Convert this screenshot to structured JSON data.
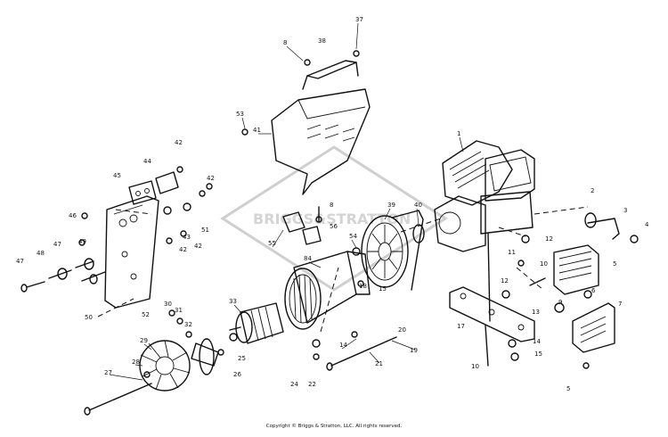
{
  "watermark": "BRIGGS&STRATTON",
  "copyright": "Copyright © Briggs & Stratton, LLC. All rights reserved.",
  "callouts": [
    {
      "id": "c1",
      "text": "1"
    },
    {
      "id": "c2",
      "text": "2"
    },
    {
      "id": "c3",
      "text": "3"
    },
    {
      "id": "c4",
      "text": "4"
    },
    {
      "id": "c5a",
      "text": "5"
    },
    {
      "id": "c5b",
      "text": "5"
    },
    {
      "id": "c6",
      "text": "6"
    },
    {
      "id": "c7",
      "text": "7"
    },
    {
      "id": "c8a",
      "text": "8"
    },
    {
      "id": "c8b",
      "text": "8"
    },
    {
      "id": "c9",
      "text": "9"
    },
    {
      "id": "c10a",
      "text": "10"
    },
    {
      "id": "c10b",
      "text": "10"
    },
    {
      "id": "c11",
      "text": "11"
    },
    {
      "id": "c12a",
      "text": "12"
    },
    {
      "id": "c12b",
      "text": "12"
    },
    {
      "id": "c13",
      "text": "13"
    },
    {
      "id": "c14a",
      "text": "14"
    },
    {
      "id": "c14b",
      "text": "14"
    },
    {
      "id": "c15a",
      "text": "15"
    },
    {
      "id": "c15b",
      "text": "15"
    },
    {
      "id": "c17",
      "text": "17"
    },
    {
      "id": "c18",
      "text": "18"
    },
    {
      "id": "c19",
      "text": "19"
    },
    {
      "id": "c20",
      "text": "20"
    },
    {
      "id": "c21",
      "text": "21"
    },
    {
      "id": "c22",
      "text": "22"
    },
    {
      "id": "c24",
      "text": "24"
    },
    {
      "id": "c25",
      "text": "25"
    },
    {
      "id": "c26",
      "text": "26"
    },
    {
      "id": "c27",
      "text": "27"
    },
    {
      "id": "c28",
      "text": "28"
    },
    {
      "id": "c29",
      "text": "29"
    },
    {
      "id": "c30",
      "text": "30"
    },
    {
      "id": "c31",
      "text": "31"
    },
    {
      "id": "c32",
      "text": "32"
    },
    {
      "id": "c33",
      "text": "33"
    },
    {
      "id": "c37",
      "text": "37"
    },
    {
      "id": "c38",
      "text": "38"
    },
    {
      "id": "c39",
      "text": "39"
    },
    {
      "id": "c40",
      "text": "40"
    },
    {
      "id": "c41",
      "text": "41"
    },
    {
      "id": "c42a",
      "text": "42"
    },
    {
      "id": "c42b",
      "text": "42"
    },
    {
      "id": "c42c",
      "text": "42"
    },
    {
      "id": "c42d",
      "text": "42"
    },
    {
      "id": "c43",
      "text": "43"
    },
    {
      "id": "c44",
      "text": "44"
    },
    {
      "id": "c45",
      "text": "45"
    },
    {
      "id": "c46",
      "text": "46"
    },
    {
      "id": "c47a",
      "text": "47"
    },
    {
      "id": "c47b",
      "text": "47"
    },
    {
      "id": "c48",
      "text": "48"
    },
    {
      "id": "c49",
      "text": "49"
    },
    {
      "id": "c50",
      "text": "50"
    },
    {
      "id": "c51",
      "text": "51"
    },
    {
      "id": "c52",
      "text": "52"
    },
    {
      "id": "c53",
      "text": "53"
    },
    {
      "id": "c54",
      "text": "54"
    },
    {
      "id": "c55",
      "text": "55"
    },
    {
      "id": "c56",
      "text": "56"
    },
    {
      "id": "c84",
      "text": "84"
    }
  ]
}
